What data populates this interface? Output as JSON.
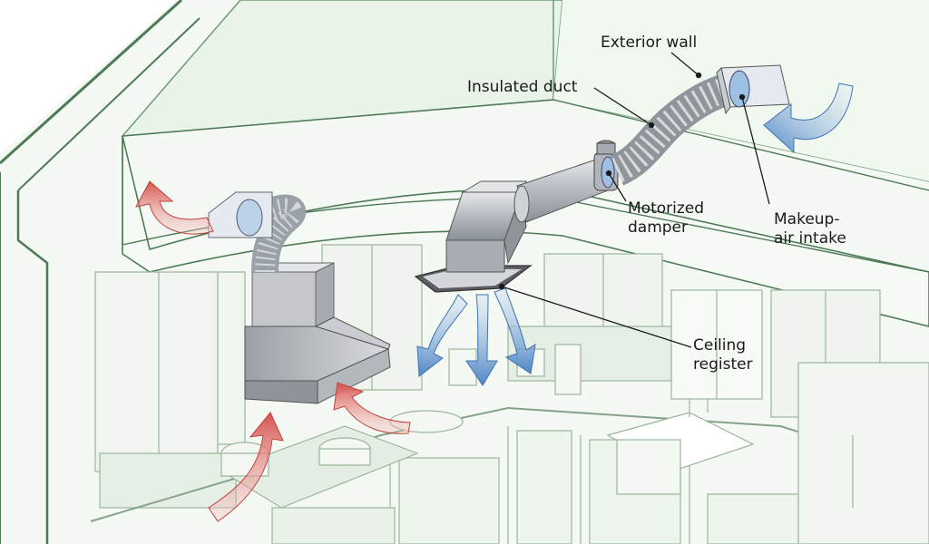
{
  "labels": {
    "exterior_wall": "Exterior wall",
    "insulated_duct": "Insulated duct",
    "motorized_damper": [
      "Motorized",
      "damper"
    ],
    "makeup_air_intake": [
      "Makeup-",
      "air intake"
    ],
    "ceiling_register": [
      "Ceiling",
      "register"
    ]
  },
  "colors": {
    "wall_line": "#4f7a58",
    "wall_fill": "#eef5ee",
    "soffit_fill": "#f6faf5",
    "cabinet_line": "#9cb49c",
    "duct_metal": "#b9bec4",
    "exhaust_arrow": "#d9534f",
    "intake_arrow": "#4f86c6",
    "leader_line": "#1a1a1a"
  }
}
